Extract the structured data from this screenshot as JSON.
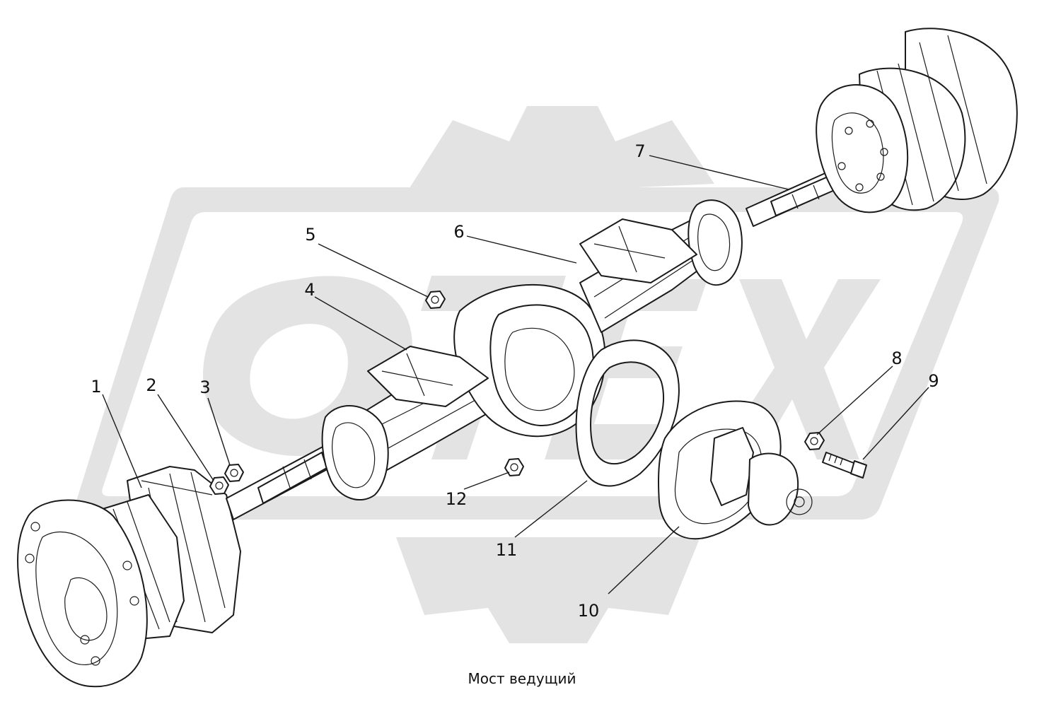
{
  "caption": "Мост ведущий",
  "watermark": {
    "color": "#e3e3e3"
  },
  "callouts": [
    {
      "id": "1",
      "label": "1"
    },
    {
      "id": "2",
      "label": "2"
    },
    {
      "id": "3",
      "label": "3"
    },
    {
      "id": "4",
      "label": "4"
    },
    {
      "id": "5",
      "label": "5"
    },
    {
      "id": "6",
      "label": "6"
    },
    {
      "id": "7",
      "label": "7"
    },
    {
      "id": "8",
      "label": "8"
    },
    {
      "id": "9",
      "label": "9"
    },
    {
      "id": "10",
      "label": "10"
    },
    {
      "id": "11",
      "label": "11"
    },
    {
      "id": "12",
      "label": "12"
    }
  ]
}
